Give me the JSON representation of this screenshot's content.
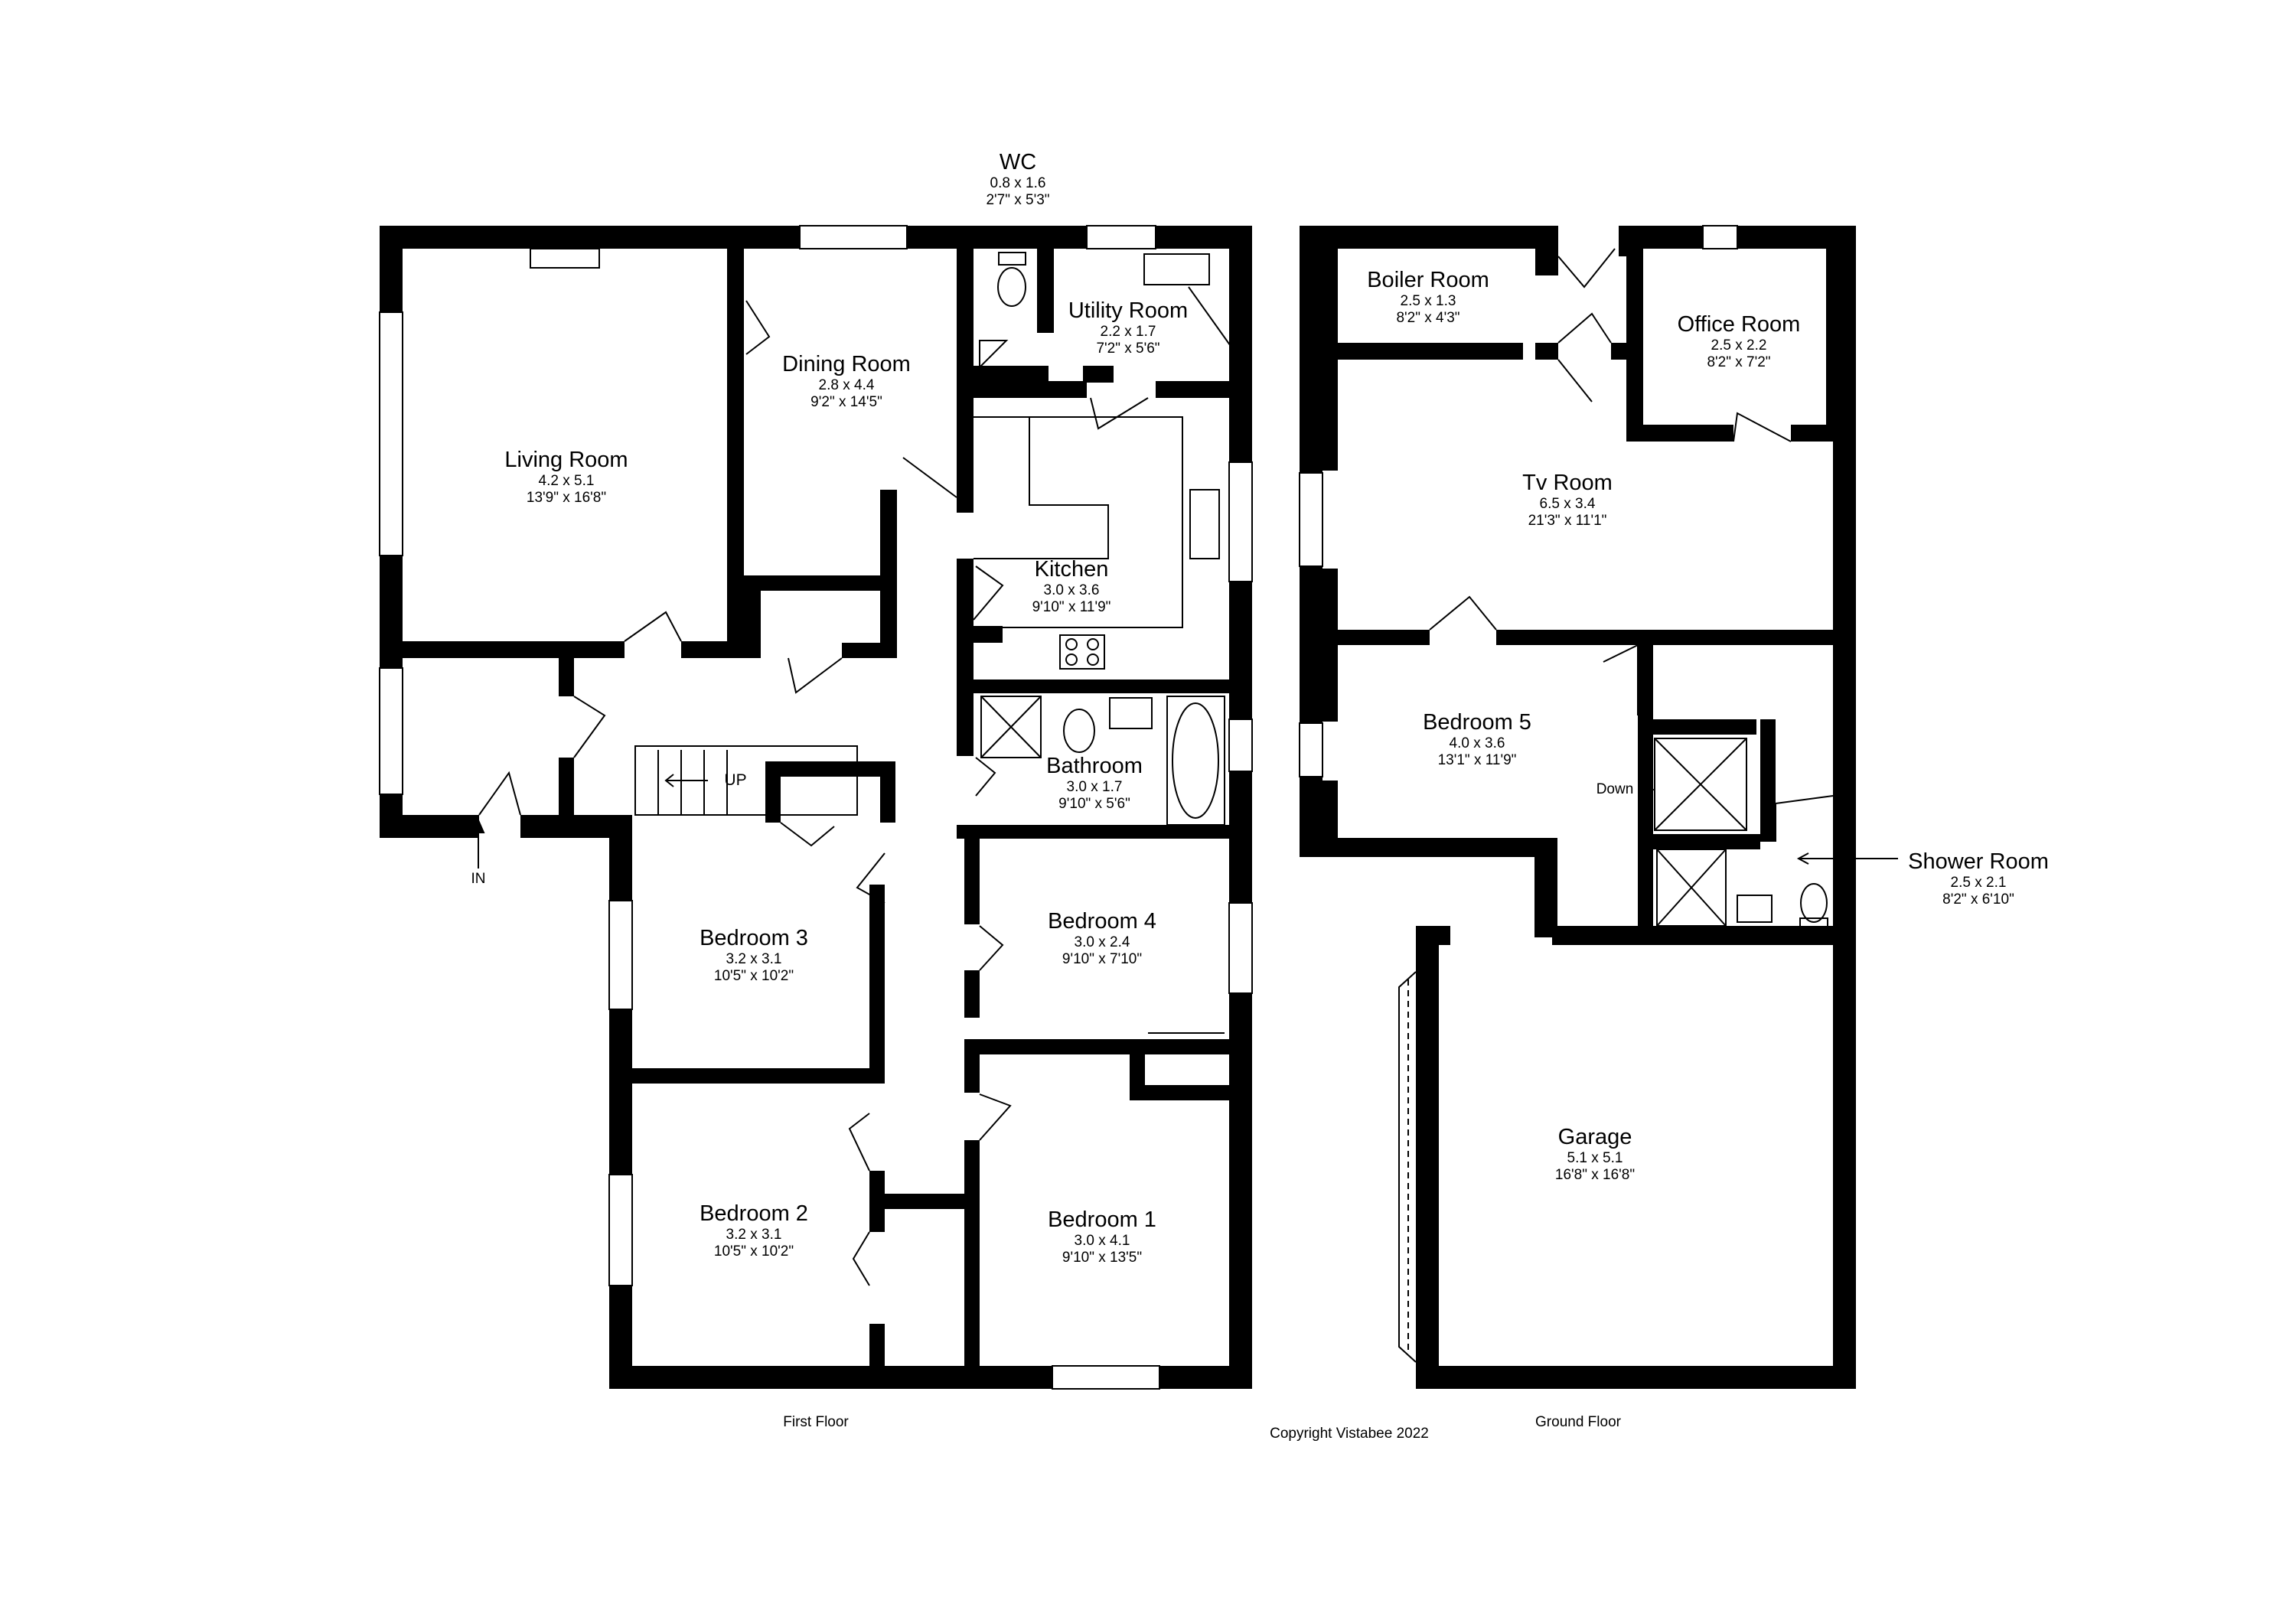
{
  "rooms": {
    "wc": {
      "name": "WC",
      "metric": "0.8 x 1.6",
      "imperial": "2'7\" x 5'3\""
    },
    "utility": {
      "name": "Utility Room",
      "metric": "2.2 x 1.7",
      "imperial": "7'2\" x 5'6\""
    },
    "dining": {
      "name": "Dining Room",
      "metric": "2.8 x 4.4",
      "imperial": "9'2\" x 14'5\""
    },
    "living": {
      "name": "Living Room",
      "metric": "4.2 x 5.1",
      "imperial": "13'9\" x 16'8\""
    },
    "kitchen": {
      "name": "Kitchen",
      "metric": "3.0 x 3.6",
      "imperial": "9'10\" x 11'9\""
    },
    "bathroom": {
      "name": "Bathroom",
      "metric": "3.0 x 1.7",
      "imperial": "9'10\" x 5'6\""
    },
    "bedroom3": {
      "name": "Bedroom 3",
      "metric": "3.2 x 3.1",
      "imperial": "10'5\" x 10'2\""
    },
    "bedroom4": {
      "name": "Bedroom 4",
      "metric": "3.0 x 2.4",
      "imperial": "9'10\" x 7'10\""
    },
    "bedroom2": {
      "name": "Bedroom 2",
      "metric": "3.2 x 3.1",
      "imperial": "10'5\" x 10'2\""
    },
    "bedroom1": {
      "name": "Bedroom 1",
      "metric": "3.0 x 4.1",
      "imperial": "9'10\" x 13'5\""
    },
    "boiler": {
      "name": "Boiler Room",
      "metric": "2.5 x 1.3",
      "imperial": "8'2\" x 4'3\""
    },
    "office": {
      "name": "Office Room",
      "metric": "2.5 x 2.2",
      "imperial": "8'2\" x 7'2\""
    },
    "tv": {
      "name": "Tv Room",
      "metric": "6.5 x 3.4",
      "imperial": "21'3\" x 11'1\""
    },
    "bedroom5": {
      "name": "Bedroom 5",
      "metric": "4.0 x 3.6",
      "imperial": "13'1\" x 11'9\""
    },
    "shower": {
      "name": "Shower Room",
      "metric": "2.5 x 2.1",
      "imperial": "8'2\" x 6'10\""
    },
    "garage": {
      "name": "Garage",
      "metric": "5.1 x 5.1",
      "imperial": "16'8\" x 16'8\""
    }
  },
  "labels": {
    "entrance": "IN",
    "stairs_up": "UP",
    "stairs_down": "Down",
    "first_floor": "First Floor",
    "ground_floor": "Ground Floor",
    "copyright": "Copyright Vistabee 2022"
  },
  "colors": {
    "wall": "#000000",
    "background": "#ffffff",
    "window": "#ffffff"
  }
}
